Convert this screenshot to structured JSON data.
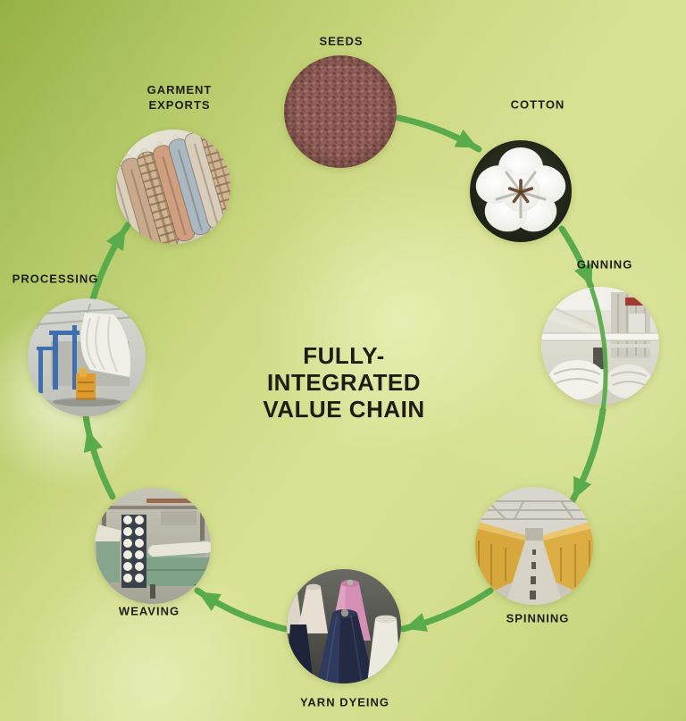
{
  "title": {
    "line1": "FULLY-",
    "line2": "INTEGRATED",
    "line3": "VALUE CHAIN"
  },
  "stages": [
    {
      "id": "seeds",
      "label": "SEEDS"
    },
    {
      "id": "cotton",
      "label": "COTTON"
    },
    {
      "id": "ginning",
      "label": "GINNING"
    },
    {
      "id": "spinning",
      "label": "SPINNING"
    },
    {
      "id": "yarn-dyeing",
      "label": "YARN DYEING"
    },
    {
      "id": "weaving",
      "label": "WEAVING"
    },
    {
      "id": "processing",
      "label": "PROCESSING"
    },
    {
      "id": "garment-exports",
      "label": "GARMENT\nEXPORTS"
    }
  ],
  "colors": {
    "arrow": "#5aab4c",
    "label": "#20201a",
    "title": "#1d1d15"
  }
}
